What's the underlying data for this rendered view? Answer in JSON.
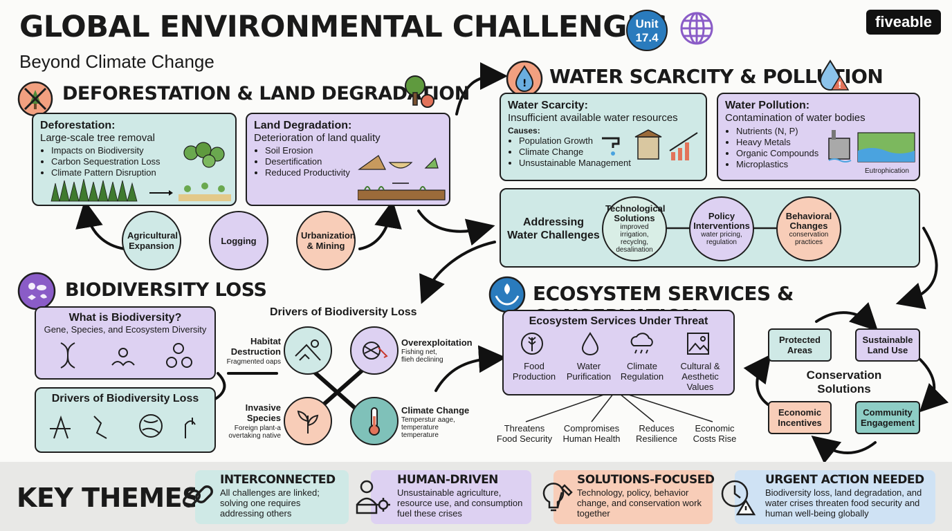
{
  "header": {
    "title": "GLOBAL ENVIRONMENTAL CHALLENGES",
    "subtitle": "Beyond Climate Change",
    "unit_line1": "Unit",
    "unit_line2": "17.4",
    "brand": "fiveable"
  },
  "deforestation": {
    "heading": "DEFORESTATION & LAND DEGRADATION",
    "defor_title": "Deforestation:",
    "defor_desc": "Large-scale tree removal",
    "defor_items": [
      "Impacts on Biodiversity",
      "Carbon Sequestration Loss",
      "Climate Pattern Disruption"
    ],
    "land_title": "Land Degradation:",
    "land_desc": "Deterioration of land quality",
    "land_items": [
      "Soil Erosion",
      "Desertification",
      "Reduced Productivity"
    ],
    "causes": [
      "Agricultural Expansion",
      "Logging",
      "Urbanization & Mining"
    ]
  },
  "water": {
    "heading": "WATER SCARCITY & POLLUTION",
    "scarcity_title": "Water Scarcity:",
    "scarcity_desc": "Insufficient available water resources",
    "causes_label": "Causes:",
    "scarcity_items": [
      "Population Growth",
      "Climate Change",
      "Unsustainable Management"
    ],
    "pollution_title": "Water Pollution:",
    "pollution_desc": "Contamination of water bodies",
    "pollution_items": [
      "Nutrients (N, P)",
      "Heavy Metals",
      "Organic Compounds",
      "Microplastics"
    ],
    "eutro_label": "Eutrophication",
    "addressing_label": "Addressing Water Challenges",
    "solutions": [
      {
        "title": "Technological Solutions",
        "desc": "improved irrigation, recyclng, desalination"
      },
      {
        "title": "Policy Interventions",
        "desc": "water pricing, regulation"
      },
      {
        "title": "Behavioral Changes",
        "desc": "conservation practices"
      }
    ]
  },
  "biodiversity": {
    "heading": "BIODIVERSITY LOSS",
    "what_title": "What is Biodiversity?",
    "what_desc": "Gene, Species, and Ecosystem Diversity",
    "drivers_box_title": "Drivers of Biodiversity Loss",
    "drivers_title": "Drivers of Biodiversity Loss",
    "drivers": [
      {
        "title": "Habitat Destruction",
        "desc": "Fragmented oaps"
      },
      {
        "title": "Overexploitation",
        "desc": "Fishing net, flieh declining"
      },
      {
        "title": "Invasive Species",
        "desc": "Foreign plant-a overtaking native"
      },
      {
        "title": "Climate Change",
        "desc": "Temperstur aage, temperature temperature"
      }
    ]
  },
  "ecosystem": {
    "heading": "ECOSYSTEM SERVICES & CONSERVATION",
    "services_title": "Ecosystem Services Under Threat",
    "services": [
      "Food Production",
      "Water Purification",
      "Climate Regulation",
      "Cultural & Aesthetic Values"
    ],
    "impacts": [
      "Threatens Food Security",
      "Compromises Human Health",
      "Reduces Resilience",
      "Economic Costs Rise"
    ],
    "conservation_center": "Conservation Solutions",
    "conservation_items": [
      "Protected Areas",
      "Sustainable Land Use",
      "Community Engagement",
      "Economic Incentives"
    ]
  },
  "themes": {
    "label": "KEY THEMES",
    "items": [
      {
        "title": "INTERCONNECTED",
        "desc": "All challenges are linked; solving one requires addressing others",
        "color": "#cfe9e6"
      },
      {
        "title": "HUMAN-DRIVEN",
        "desc": "Unsustainable agriculture, resource use, and consumption fuel these crises",
        "color": "#ddd1f2"
      },
      {
        "title": "SOLUTIONS-FOCUSED",
        "desc": "Technology, policy, behavior change, and conservation work together",
        "color": "#f8cdb8"
      },
      {
        "title": "URGENT ACTION NEEDED",
        "desc": "Biodiversity loss, land degradation, and water crises threaten food security and human well-being globally",
        "color": "#cfe2f4"
      }
    ]
  },
  "colors": {
    "teal": "#cfe9e6",
    "purple": "#ddd1f2",
    "peach": "#f8cdb8",
    "blue": "#cfe2f4",
    "unit_badge": "#2a7bbd"
  }
}
